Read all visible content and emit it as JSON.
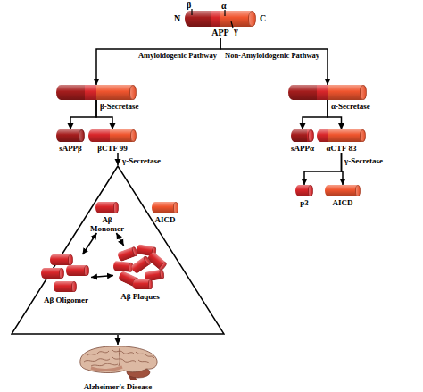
{
  "diagram": {
    "nodes": [
      {
        "text": [
          "APP"
        ]
      },
      {
        "text": []
      },
      {
        "text": []
      },
      {
        "text": [
          "sAPPβ"
        ]
      },
      {
        "text": [
          "βCTF 99"
        ]
      },
      {
        "text": [
          "sAPPα"
        ]
      },
      {
        "text": [
          "αCTF 83"
        ]
      },
      {
        "text": []
      },
      {
        "text": [
          "Aβ Monomer"
        ],
        "in": 7
      },
      {
        "text": [
          "AICD"
        ]
      },
      {
        "text": [
          "Aβ Oligomer"
        ],
        "in": 7
      },
      {
        "text": [
          "Aβ Plaques"
        ],
        "in": 7
      },
      {
        "text": [
          "p3"
        ]
      },
      {
        "text": [
          "AICD"
        ]
      },
      {
        "text": [
          "Alzheimer's Disease"
        ]
      }
    ],
    "edges": [
      {
        "from": 0,
        "to": 1,
        "arrow": "to",
        "label": "Amyloidogenic Pathway"
      },
      {
        "from": 0,
        "to": 2,
        "arrow": "to",
        "label": "Non-Amyloidogenic Pathway"
      },
      {
        "from": 1,
        "to": 3,
        "arrow": "to",
        "label": "β-Secretase"
      },
      {
        "from": 1,
        "to": 4,
        "arrow": "to"
      },
      {
        "from": 2,
        "to": 5,
        "arrow": "to",
        "label": "α-Secretase"
      },
      {
        "from": 2,
        "to": 6,
        "arrow": "to"
      },
      {
        "from": 4,
        "to": 7,
        "arrow": "to",
        "label": "γ-Secretase"
      },
      {
        "from": 6,
        "to": 12,
        "arrow": "to",
        "label": "γ-Secretase"
      },
      {
        "from": 6,
        "to": 13,
        "arrow": "to"
      },
      {
        "from": 8,
        "to": 10,
        "arrow": "both"
      },
      {
        "from": 8,
        "to": 11,
        "arrow": "both"
      },
      {
        "from": 10,
        "to": 11,
        "arrow": "both"
      },
      {
        "from": 7,
        "to": 14,
        "arrow": "to"
      }
    ],
    "labels": [
      "β",
      "α",
      "γ",
      "N",
      "C"
    ]
  }
}
